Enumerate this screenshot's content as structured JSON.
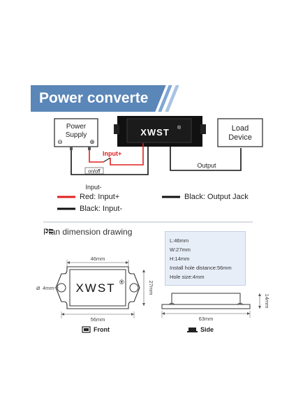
{
  "banner": {
    "title": "Power converter"
  },
  "wiring": {
    "power_supply_label": "Power Supply",
    "device_brand": "XWST",
    "registered_mark": "®",
    "load_device_label": "Load Device",
    "input_plus_label": "Input+",
    "switch_label": "on/off",
    "input_minus_label": "Input-",
    "output_label": "Output",
    "minus_symbol": "⊖",
    "plus_symbol": "⊕",
    "wire_red_color": "#e02020",
    "wire_black_color": "#111111"
  },
  "legend": {
    "red": "Red: Input+",
    "black_input": "Black: Input-",
    "black_output": "Black: Output Jack"
  },
  "plan": {
    "title": "Plan dimension drawing",
    "specs": [
      "L:46mm",
      "W:27mm",
      "H:14mm",
      "Install hole distance:56mm",
      "Hole size:4mm"
    ],
    "front_dims": {
      "top_width": "46mm",
      "bottom_width": "56mm",
      "height": "27mm",
      "hole": "4mm"
    },
    "side_dims": {
      "width": "63mm",
      "height": "14mm"
    },
    "front_caption": "Front",
    "side_caption": "Side"
  }
}
